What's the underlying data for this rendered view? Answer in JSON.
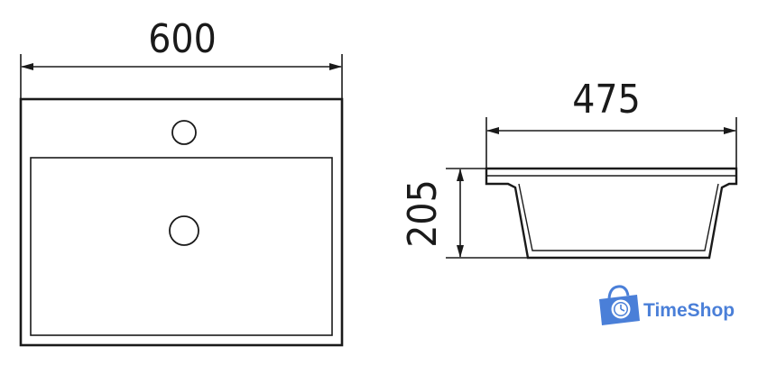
{
  "drawing": {
    "top_view": {
      "width_label": "600"
    },
    "side_view": {
      "width_label": "475",
      "height_label": "205"
    }
  },
  "logo": {
    "text": "TimeShop",
    "color": "#4a7fd8",
    "icon": "shopping-bag-clock-icon"
  },
  "colors": {
    "line": "#1a1a1a",
    "background": "#ffffff"
  }
}
